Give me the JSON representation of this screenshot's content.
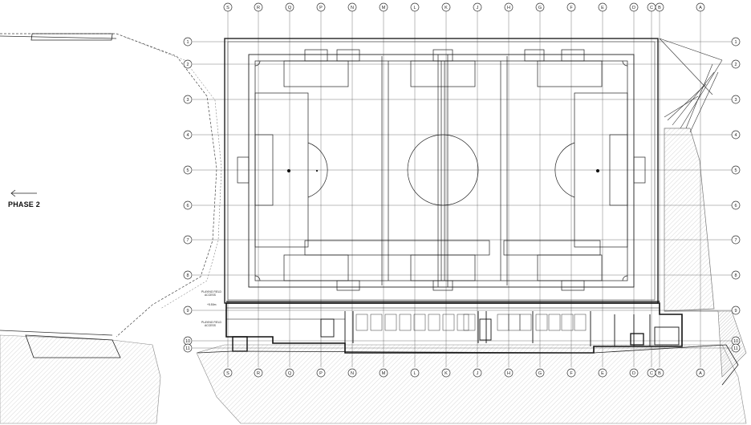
{
  "drawing": {
    "phase_label": "PHASE 2",
    "column_grid": [
      "S",
      "R",
      "Q",
      "P",
      "N",
      "M",
      "L",
      "K",
      "J",
      "H",
      "G",
      "F",
      "E",
      "D",
      "C",
      "B",
      "A"
    ],
    "row_grid": [
      "1",
      "2",
      "3",
      "4",
      "5",
      "6",
      "7",
      "8",
      "9",
      "10",
      "11"
    ],
    "annotations": {
      "playing_field_access_top": [
        "PLAYING FIELD",
        "ACCESS"
      ],
      "playing_field_access_bottom": [
        "PLAYING FIELD",
        "ACCESS"
      ],
      "level_mark": "+5.50m"
    }
  }
}
